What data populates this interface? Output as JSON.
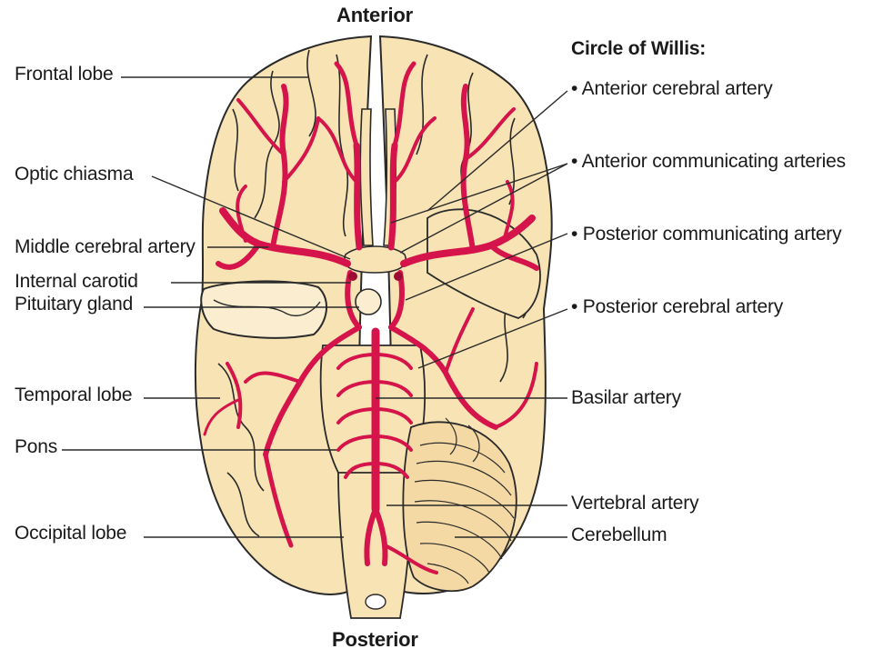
{
  "orientation": {
    "top": "Anterior",
    "bottom": "Posterior"
  },
  "left_labels": [
    "Frontal lobe",
    "Optic chiasma",
    "Middle cerebral artery",
    "Internal carotid",
    "Pituitary gland",
    "Temporal lobe",
    "Pons",
    "Occipital lobe"
  ],
  "circle_of_willis": {
    "heading": "Circle of Willis:",
    "items": [
      "Anterior cerebral artery",
      "Anterior communicating arteries",
      "Posterior communicating artery",
      "Posterior cerebral artery"
    ]
  },
  "right_labels": [
    "Basilar artery",
    "Vertebral artery",
    "Cerebellum"
  ],
  "colors": {
    "brain": "#f8e3b4",
    "outline": "#2a2a2a",
    "artery": "#d4144a",
    "artery_dark": "#9c0d33"
  }
}
